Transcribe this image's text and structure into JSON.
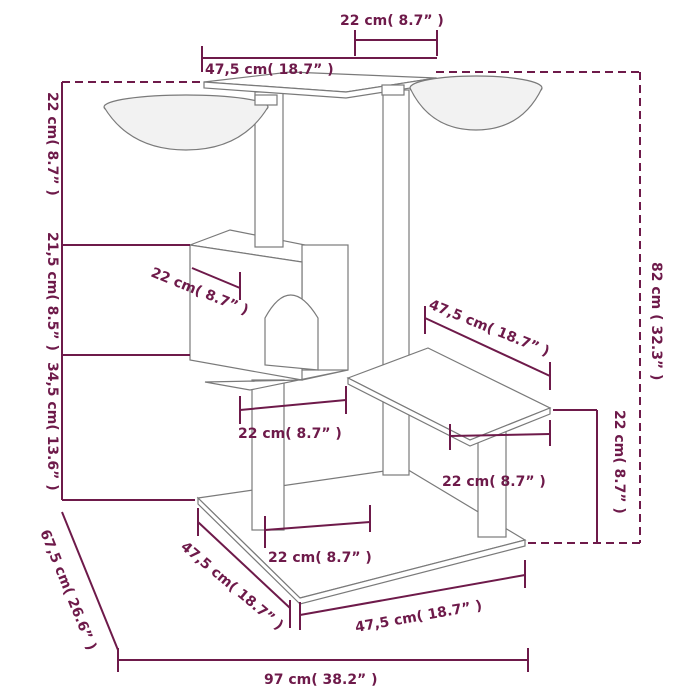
{
  "colors": {
    "dimension": "#6e1a4a",
    "outline": "#7a7a7a",
    "fill": "#ffffff",
    "hammock": "#f2f2f2"
  },
  "labels": {
    "top_width": "22 cm( 8.7” )",
    "top_platform": "47,5 cm( 18.7” )",
    "upper_height": "22 cm( 8.7” )",
    "house_height": "21,5 cm( 8.5” )",
    "lower_height": "34,5 cm( 13.6” )",
    "house_depth": "22 cm( 8.7” )",
    "house_width": "22 cm( 8.7” )",
    "right_platform_length": "47,5 cm( 18.7” )",
    "right_platform_height": "22 cm( 8.7” )",
    "right_platform_width": "22 cm( 8.7” )",
    "total_height": "82 cm ( 32.3” )",
    "base_small": "22 cm( 8.7” )",
    "base_depth": "47,5 cm( 18.7” )",
    "base_width": "47,5 cm( 18.7” )",
    "total_depth": "67,5 cm( 26.6” )",
    "total_width": "97 cm( 38.2” )"
  }
}
